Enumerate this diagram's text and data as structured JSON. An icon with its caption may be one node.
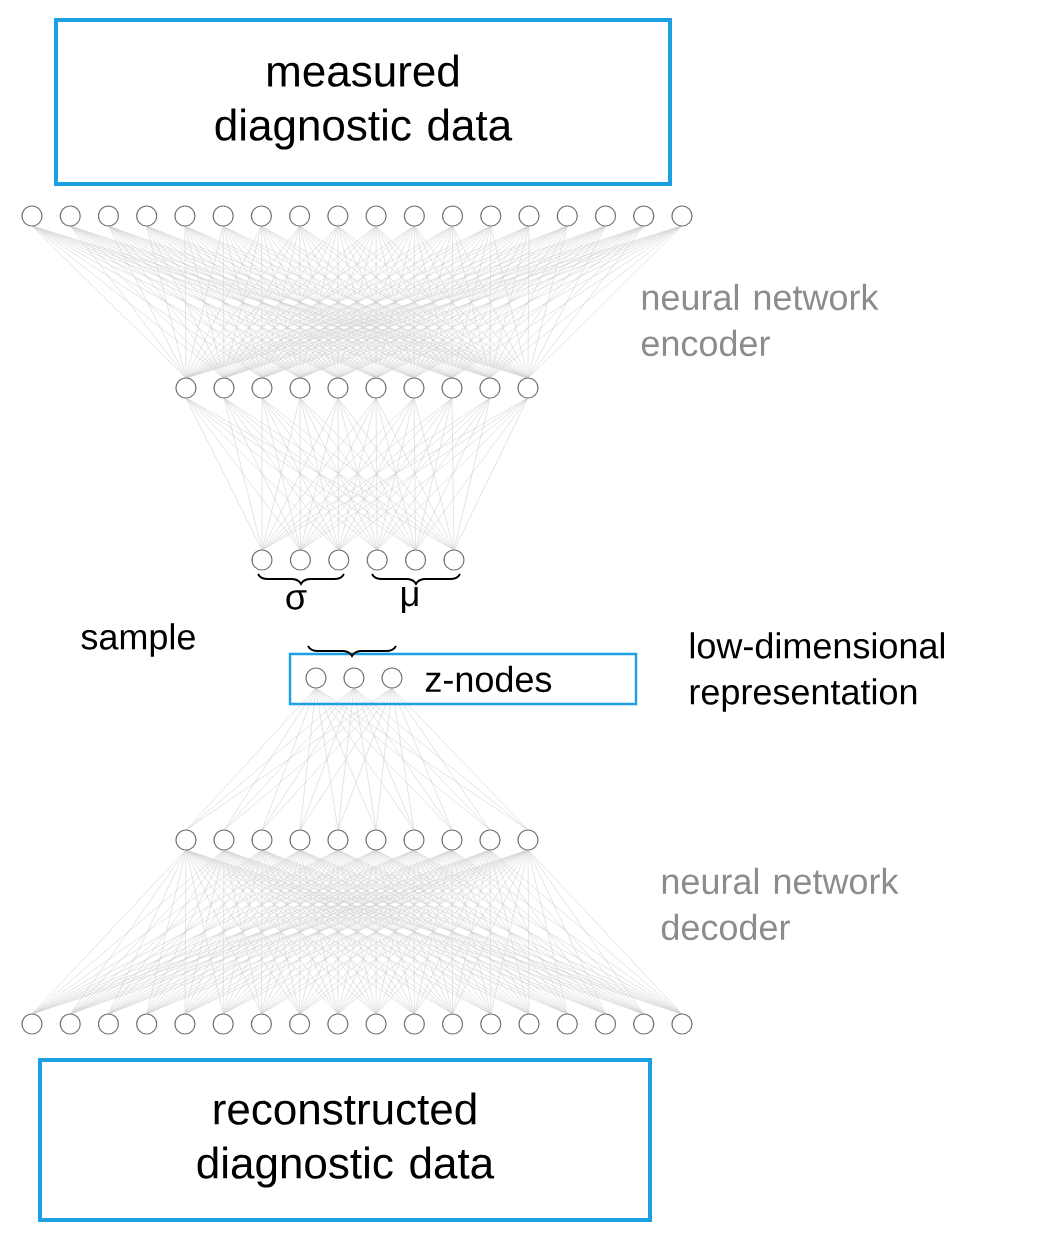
{
  "diagram": {
    "nodes": [
      {
        "text": [
          "measured diagnostic data"
        ]
      },
      {
        "text": [
          "z-nodes"
        ]
      },
      {
        "text": [
          "reconstructed diagnostic data"
        ]
      }
    ],
    "edges": [],
    "labels": [
      "neural network encoder",
      "σ",
      "μ",
      "sample",
      "low-dimensional representation",
      "neural network decoder"
    ]
  }
}
